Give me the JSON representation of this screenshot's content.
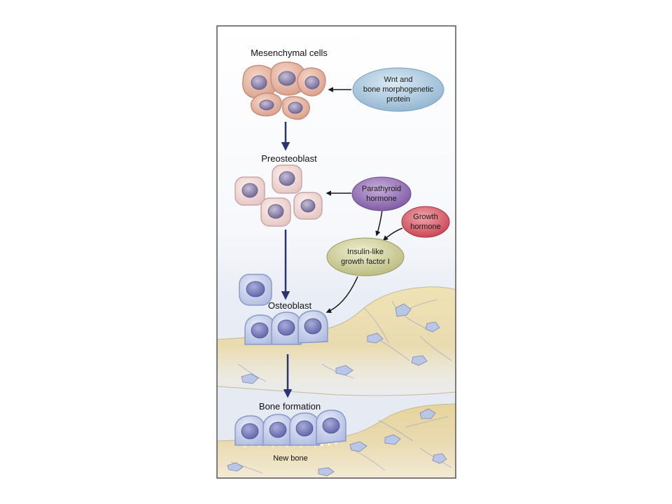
{
  "stages": {
    "mesenchymal": "Mesenchymal cells",
    "preosteoblast": "Preosteoblast",
    "osteoblast": "Osteoblast",
    "bone_formation": "Bone formation",
    "new_bone": "New bone"
  },
  "factors": {
    "wnt": [
      "Wnt and",
      "bone morphogenetic",
      "protein"
    ],
    "pth": [
      "Parathyroid",
      "hormone"
    ],
    "gh": [
      "Growth",
      "hormone"
    ],
    "igf": [
      "Insulin-like",
      "growth factor I"
    ]
  },
  "colors": {
    "panel_border": "#555555",
    "stage_arrow": "#2d3370",
    "factor_arrow": "#1a1a1a",
    "mesenchymal_cell": "#e8b9a9",
    "preosteoblast_cell": "#eed6d3",
    "osteoblast_cell": "#c9d1ea",
    "nucleus": "#8c7fa8",
    "bone": "#e7d7a7",
    "wnt_oval": "#a9c7dd",
    "pth_oval": "#9c7ab8",
    "gh_oval": "#d9606e",
    "igf_oval": "#d6d7a4"
  }
}
